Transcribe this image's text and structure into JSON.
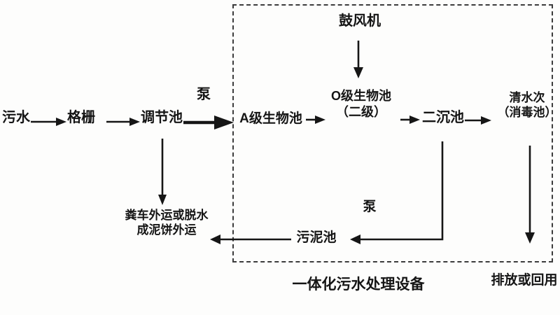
{
  "diagram": {
    "title_label": "一体化污水处理设备",
    "colors": {
      "text": "#151515",
      "line": "#161616",
      "background": "#fdfdfc",
      "box_border": "#3c3c3c"
    },
    "nodes": {
      "sewage": {
        "label": "污水"
      },
      "screen": {
        "label": "格栅"
      },
      "regulating_tank": {
        "label": "调节池"
      },
      "pump_inlet": {
        "label": "泵"
      },
      "a_bio_tank": {
        "label": "A级生物池"
      },
      "blower": {
        "label": "鼓风机"
      },
      "o_bio_tank": {
        "line1": "O级生物池",
        "line2": "（二级）"
      },
      "settling_tank": {
        "label": "二沉池"
      },
      "clear_water_tank": {
        "line1": "清水次",
        "line2": "（消毒池）"
      },
      "sludge_pump": {
        "label": "泵"
      },
      "sludge_tank": {
        "label": "污泥池"
      },
      "sludge_disposal": {
        "line1": "粪车外运或脱水",
        "line2": "成泥饼外运"
      },
      "discharge": {
        "label": "排放或回用"
      },
      "equipment_box": {
        "label": "一体化污水处理设备"
      }
    }
  }
}
